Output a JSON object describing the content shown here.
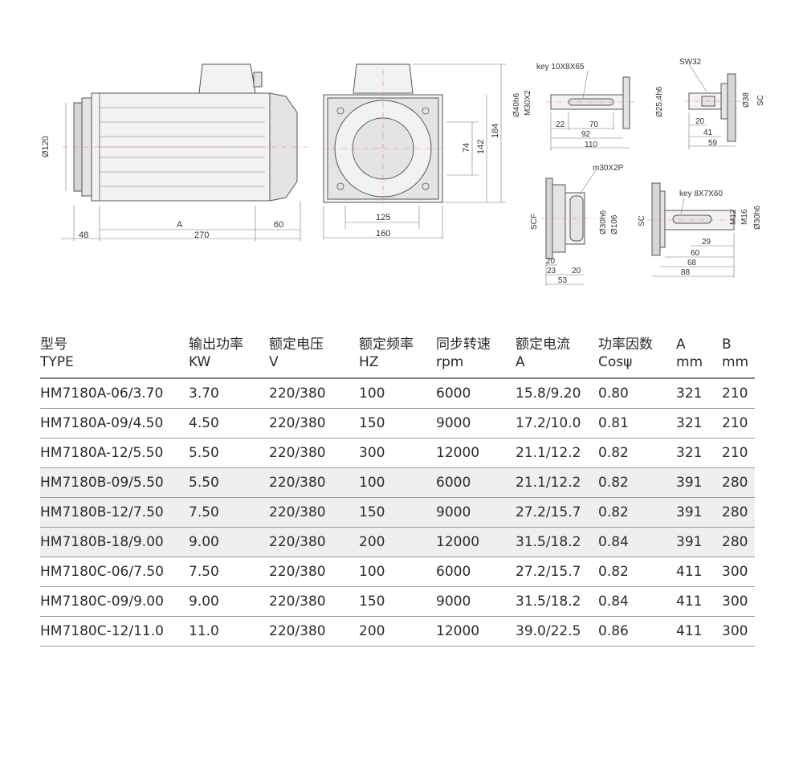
{
  "drawings": {
    "side_view": {
      "dims": {
        "dia": "Ø120",
        "a": "A",
        "len270": "270",
        "len48": "48",
        "len60": "60"
      }
    },
    "front_view": {
      "dims": {
        "d125": "125",
        "d160": "160",
        "d74": "74",
        "d142": "142",
        "d184": "184"
      }
    },
    "shaft_key": {
      "callout": "key 10X8X65",
      "dims": {
        "dia": "Ø40h6",
        "thread": "M30X2",
        "d22": "22",
        "d70": "70",
        "d92": "92",
        "d110": "110"
      }
    },
    "shaft_sw": {
      "callout": "SW32",
      "side": "SC",
      "dims": {
        "dia": "Ø25.4h6",
        "d38": "Ø38",
        "d20": "20",
        "d41": "41",
        "d59": "59"
      }
    },
    "shaft_scf": {
      "callout": "m30X2P",
      "side": "SCF",
      "dims": {
        "dia30": "Ø30h6",
        "dia106": "Ø106",
        "d20a": "20",
        "d23": "23",
        "d20b": "20",
        "d53": "53"
      }
    },
    "shaft_key2": {
      "callout": "key 8X7X60",
      "side": "SC",
      "dims": {
        "m12": "M12",
        "m16": "M16",
        "dia": "Ø30h6",
        "d29": "29",
        "d60": "60",
        "d68": "68",
        "d88": "88"
      }
    }
  },
  "table": {
    "headers": [
      {
        "cn": "型号",
        "en": "TYPE"
      },
      {
        "cn": "输出功率",
        "en": "KW"
      },
      {
        "cn": "额定电压",
        "en": "V"
      },
      {
        "cn": "额定频率",
        "en": "HZ"
      },
      {
        "cn": "同步转速",
        "en": "rpm"
      },
      {
        "cn": "额定电流",
        "en": "A"
      },
      {
        "cn": "功率因数",
        "en": "Cosψ"
      },
      {
        "cn": "A",
        "en": "mm"
      },
      {
        "cn": "B",
        "en": "mm"
      }
    ],
    "rows": [
      [
        "HM7180A-06/3.70",
        "3.70",
        "220/380",
        "100",
        "6000",
        "15.8/9.20",
        "0.80",
        "321",
        "210"
      ],
      [
        "HM7180A-09/4.50",
        "4.50",
        "220/380",
        "150",
        "9000",
        "17.2/10.0",
        "0.81",
        "321",
        "210"
      ],
      [
        "HM7180A-12/5.50",
        "5.50",
        "220/380",
        "300",
        "12000",
        "21.1/12.2",
        "0.82",
        "321",
        "210"
      ],
      [
        "HM7180B-09/5.50",
        "5.50",
        "220/380",
        "100",
        "6000",
        "21.1/12.2",
        "0.82",
        "391",
        "280"
      ],
      [
        "HM7180B-12/7.50",
        "7.50",
        "220/380",
        "150",
        "9000",
        "27.2/15.7",
        "0.82",
        "391",
        "280"
      ],
      [
        "HM7180B-18/9.00",
        "9.00",
        "220/380",
        "200",
        "12000",
        "31.5/18.2",
        "0.84",
        "391",
        "280"
      ],
      [
        "HM7180C-06/7.50",
        "7.50",
        "220/380",
        "100",
        "6000",
        "27.2/15.7",
        "0.82",
        "411",
        "300"
      ],
      [
        "HM7180C-09/9.00",
        "9.00",
        "220/380",
        "150",
        "9000",
        "31.5/18.2",
        "0.84",
        "411",
        "300"
      ],
      [
        "HM7180C-12/11.0",
        "11.0",
        "220/380",
        "200",
        "12000",
        "39.0/22.5",
        "0.86",
        "411",
        "300"
      ]
    ],
    "shaded_rows": [
      3,
      4,
      5
    ]
  }
}
